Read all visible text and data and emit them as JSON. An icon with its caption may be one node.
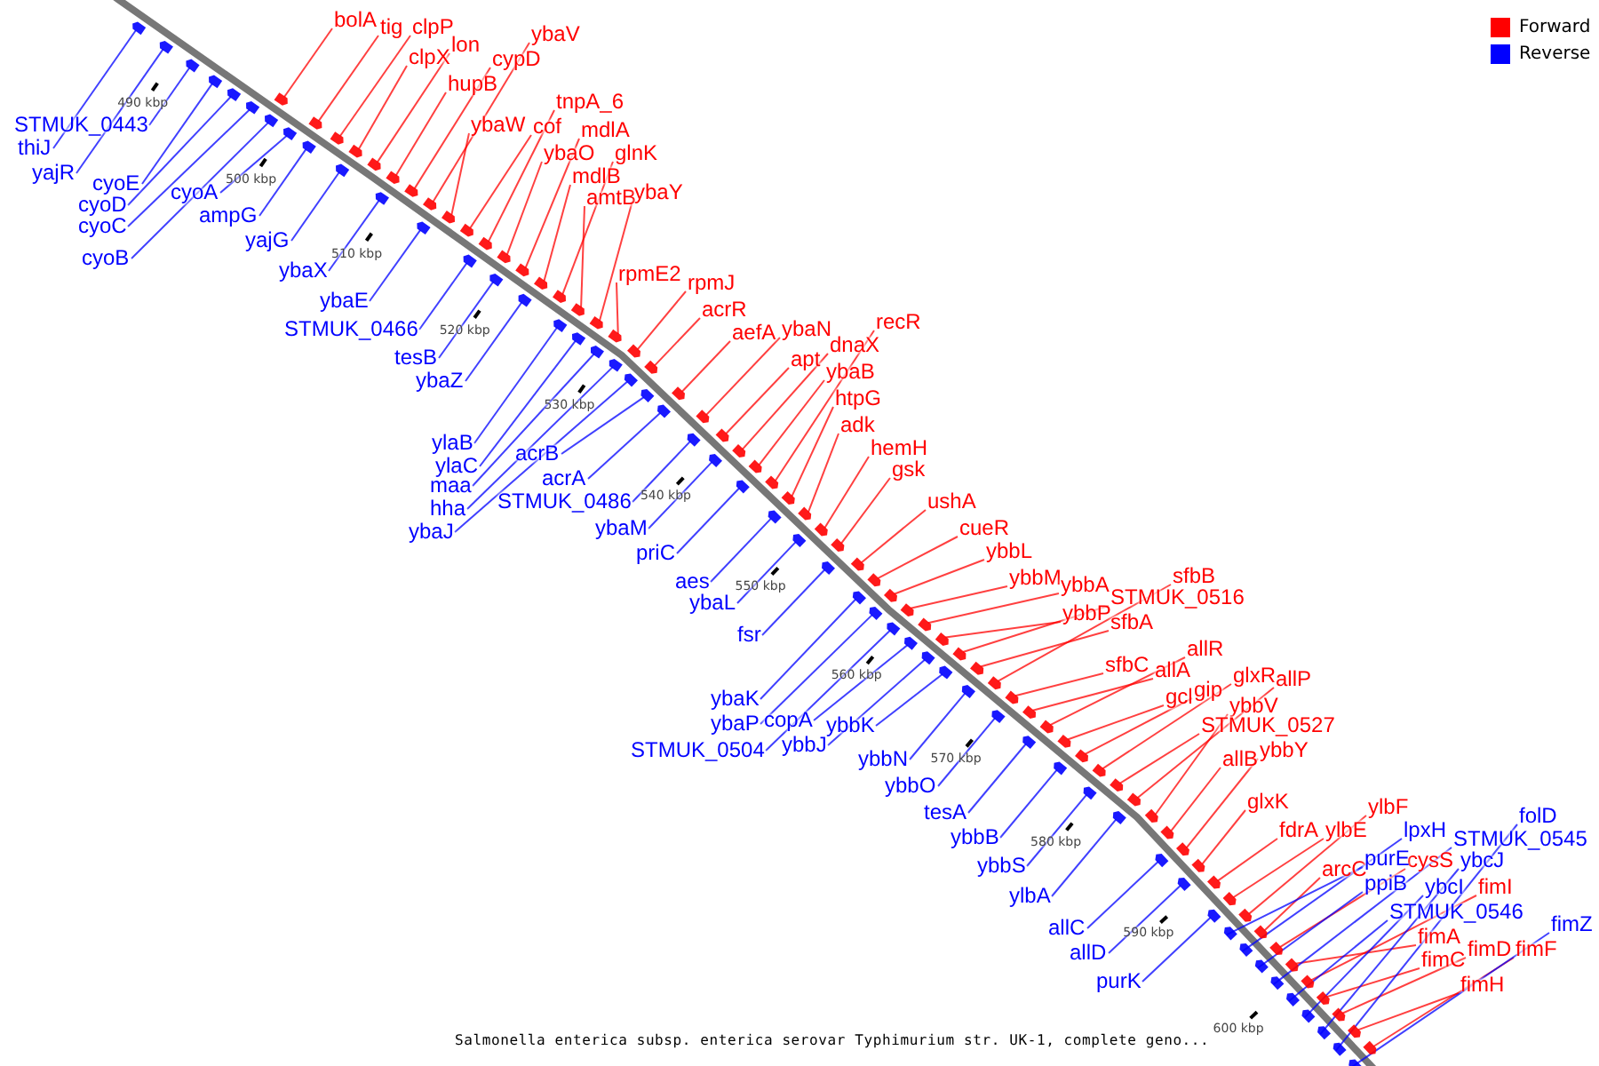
{
  "diagram": {
    "caption": "Salmonella enterica subsp. enterica serovar Typhimurium str. UK-1, complete geno...",
    "nodes": [
      {
        "text": [
          "bolA"
        ]
      },
      {
        "text": [
          "tig"
        ]
      },
      {
        "text": [
          "clpP"
        ]
      },
      {
        "text": [
          "lon"
        ]
      },
      {
        "text": [
          "clpX"
        ]
      },
      {
        "text": [
          "cypD"
        ]
      },
      {
        "text": [
          "hupB"
        ]
      },
      {
        "text": [
          "ybaV"
        ]
      },
      {
        "text": [
          "ybaW"
        ]
      },
      {
        "text": [
          "tnpA_6"
        ]
      },
      {
        "text": [
          "cof"
        ]
      },
      {
        "text": [
          "mdlA"
        ]
      },
      {
        "text": [
          "ybaO"
        ]
      },
      {
        "text": [
          "glnK"
        ]
      },
      {
        "text": [
          "mdlB"
        ]
      },
      {
        "text": [
          "amtB"
        ]
      },
      {
        "text": [
          "ybaY"
        ]
      },
      {
        "text": [
          "rpmE2"
        ]
      },
      {
        "text": [
          "rpmJ"
        ]
      },
      {
        "text": [
          "acrR"
        ]
      },
      {
        "text": [
          "aefA"
        ]
      },
      {
        "text": [
          "ybaN"
        ]
      },
      {
        "text": [
          "recR"
        ]
      },
      {
        "text": [
          "dnaX"
        ]
      },
      {
        "text": [
          "apt"
        ]
      },
      {
        "text": [
          "ybaB"
        ]
      },
      {
        "text": [
          "htpG"
        ]
      },
      {
        "text": [
          "adk"
        ]
      },
      {
        "text": [
          "hemH"
        ]
      },
      {
        "text": [
          "gsk"
        ]
      },
      {
        "text": [
          "ushA"
        ]
      },
      {
        "text": [
          "cueR"
        ]
      },
      {
        "text": [
          "ybbL"
        ]
      },
      {
        "text": [
          "ybbM"
        ]
      },
      {
        "text": [
          "ybbA"
        ]
      },
      {
        "text": [
          "sfbB"
        ]
      },
      {
        "text": [
          "STMUK_0516"
        ]
      },
      {
        "text": [
          "ybbP"
        ]
      },
      {
        "text": [
          "sfbA"
        ]
      },
      {
        "text": [
          "sfbC"
        ]
      },
      {
        "text": [
          "allR"
        ]
      },
      {
        "text": [
          "allA"
        ]
      },
      {
        "text": [
          "glxR"
        ]
      },
      {
        "text": [
          "allP"
        ]
      },
      {
        "text": [
          "gcl"
        ]
      },
      {
        "text": [
          "gip"
        ]
      },
      {
        "text": [
          "ybbV"
        ]
      },
      {
        "text": [
          "STMUK_0527"
        ]
      },
      {
        "text": [
          "allB"
        ]
      },
      {
        "text": [
          "ybbY"
        ]
      },
      {
        "text": [
          "glxK"
        ]
      },
      {
        "text": [
          "ylbF"
        ]
      },
      {
        "text": [
          "fdrA"
        ]
      },
      {
        "text": [
          "ylbE"
        ]
      },
      {
        "text": [
          "arcC"
        ]
      },
      {
        "text": [
          "cysS"
        ]
      },
      {
        "text": [
          "fimI"
        ]
      },
      {
        "text": [
          "fimA"
        ]
      },
      {
        "text": [
          "fimD"
        ]
      },
      {
        "text": [
          "fimF"
        ]
      },
      {
        "text": [
          "fimC"
        ]
      },
      {
        "text": [
          "fimH"
        ]
      },
      {
        "text": [
          "STMUK_0443"
        ]
      },
      {
        "text": [
          "thiJ"
        ]
      },
      {
        "text": [
          "yajR"
        ]
      },
      {
        "text": [
          "cyoE"
        ]
      },
      {
        "text": [
          "cyoD"
        ]
      },
      {
        "text": [
          "cyoC"
        ]
      },
      {
        "text": [
          "cyoB"
        ]
      },
      {
        "text": [
          "cyoA"
        ]
      },
      {
        "text": [
          "ampG"
        ]
      },
      {
        "text": [
          "yajG"
        ]
      },
      {
        "text": [
          "ybaX"
        ]
      },
      {
        "text": [
          "ybaE"
        ]
      },
      {
        "text": [
          "STMUK_0466"
        ]
      },
      {
        "text": [
          "tesB"
        ]
      },
      {
        "text": [
          "ybaZ"
        ]
      },
      {
        "text": [
          "ylaB"
        ]
      },
      {
        "text": [
          "ylaC"
        ]
      },
      {
        "text": [
          "maa"
        ]
      },
      {
        "text": [
          "hha"
        ]
      },
      {
        "text": [
          "ybaJ"
        ]
      },
      {
        "text": [
          "acrB"
        ]
      },
      {
        "text": [
          "acrA"
        ]
      },
      {
        "text": [
          "STMUK_0486"
        ]
      },
      {
        "text": [
          "ybaM"
        ]
      },
      {
        "text": [
          "priC"
        ]
      },
      {
        "text": [
          "aes"
        ]
      },
      {
        "text": [
          "ybaL"
        ]
      },
      {
        "text": [
          "fsr"
        ]
      },
      {
        "text": [
          "ybaK"
        ]
      },
      {
        "text": [
          "ybaP"
        ]
      },
      {
        "text": [
          "copA"
        ]
      },
      {
        "text": [
          "STMUK_0504"
        ]
      },
      {
        "text": [
          "ybbJ"
        ]
      },
      {
        "text": [
          "ybbK"
        ]
      },
      {
        "text": [
          "ybbN"
        ]
      },
      {
        "text": [
          "ybbO"
        ]
      },
      {
        "text": [
          "tesA"
        ]
      },
      {
        "text": [
          "ybbB"
        ]
      },
      {
        "text": [
          "ybbS"
        ]
      },
      {
        "text": [
          "ylbA"
        ]
      },
      {
        "text": [
          "allC"
        ]
      },
      {
        "text": [
          "allD"
        ]
      },
      {
        "text": [
          "purK"
        ]
      },
      {
        "text": [
          "lpxH"
        ]
      },
      {
        "text": [
          "purE"
        ]
      },
      {
        "text": [
          "ppiB"
        ]
      },
      {
        "text": [
          "STMUK_0546"
        ]
      },
      {
        "text": [
          "ybcI"
        ]
      },
      {
        "text": [
          "ybcJ"
        ]
      },
      {
        "text": [
          "STMUK_0545"
        ]
      },
      {
        "text": [
          "folD"
        ]
      },
      {
        "text": [
          "fimZ"
        ]
      },
      {
        "text": [],
        "shape": "arrow"
      },
      {
        "text": [],
        "shape": "arrow"
      },
      {
        "text": [],
        "shape": "arrow"
      },
      {
        "text": [],
        "shape": "arrow"
      },
      {
        "text": [],
        "shape": "arrow"
      },
      {
        "text": [],
        "shape": "arrow"
      },
      {
        "text": [],
        "shape": "arrow"
      },
      {
        "text": [],
        "shape": "arrow"
      },
      {
        "text": [],
        "shape": "arrow"
      },
      {
        "text": [],
        "shape": "arrow"
      },
      {
        "text": [],
        "shape": "arrow"
      },
      {
        "text": [],
        "shape": "arrow"
      },
      {
        "text": [],
        "shape": "arrow"
      },
      {
        "text": [],
        "shape": "arrow"
      },
      {
        "text": [],
        "shape": "arrow"
      },
      {
        "text": [],
        "shape": "arrow"
      },
      {
        "text": [],
        "shape": "arrow"
      },
      {
        "text": [],
        "shape": "arrow"
      },
      {
        "text": [],
        "shape": "arrow"
      },
      {
        "text": [],
        "shape": "arrow"
      },
      {
        "text": [],
        "shape": "arrow"
      },
      {
        "text": [],
        "shape": "arrow"
      },
      {
        "text": [],
        "shape": "arrow"
      },
      {
        "text": [],
        "shape": "arrow"
      },
      {
        "text": [],
        "shape": "arrow"
      },
      {
        "text": [],
        "shape": "arrow"
      },
      {
        "text": [],
        "shape": "arrow"
      },
      {
        "text": [],
        "shape": "arrow"
      },
      {
        "text": [],
        "shape": "arrow"
      },
      {
        "text": [],
        "shape": "arrow"
      },
      {
        "text": [],
        "shape": "arrow"
      },
      {
        "text": [],
        "shape": "arrow"
      },
      {
        "text": [],
        "shape": "arrow"
      },
      {
        "text": [],
        "shape": "arrow"
      },
      {
        "text": [],
        "shape": "arrow"
      },
      {
        "text": [],
        "shape": "arrow"
      },
      {
        "text": [],
        "shape": "arrow"
      },
      {
        "text": [],
        "shape": "arrow"
      },
      {
        "text": [],
        "shape": "arrow"
      },
      {
        "text": [],
        "shape": "arrow"
      },
      {
        "text": [],
        "shape": "arrow"
      },
      {
        "text": [],
        "shape": "arrow"
      },
      {
        "text": [],
        "shape": "arrow"
      },
      {
        "text": [],
        "shape": "arrow"
      },
      {
        "text": [],
        "shape": "arrow"
      },
      {
        "text": [],
        "shape": "arrow"
      },
      {
        "text": [],
        "shape": "arrow"
      },
      {
        "text": [],
        "shape": "arrow"
      },
      {
        "text": [],
        "shape": "arrow"
      },
      {
        "text": [],
        "shape": "arrow"
      },
      {
        "text": [],
        "shape": "arrow"
      },
      {
        "text": [],
        "shape": "arrow"
      },
      {
        "text": [],
        "shape": "arrow"
      },
      {
        "text": [],
        "shape": "arrow"
      },
      {
        "text": [],
        "shape": "arrow"
      },
      {
        "text": [],
        "shape": "arrow"
      },
      {
        "text": [],
        "shape": "arrow"
      },
      {
        "text": [],
        "shape": "arrow"
      },
      {
        "text": [],
        "shape": "arrow"
      },
      {
        "text": [],
        "shape": "arrow"
      },
      {
        "text": [],
        "shape": "arrow"
      },
      {
        "text": [],
        "shape": "arrow"
      },
      {
        "text": [],
        "shape": "arrow"
      },
      {
        "text": [],
        "shape": "arrow"
      },
      {
        "text": [],
        "shape": "arrow"
      },
      {
        "text": [],
        "shape": "arrow"
      },
      {
        "text": [],
        "shape": "arrow"
      },
      {
        "text": [],
        "shape": "arrow"
      },
      {
        "text": [],
        "shape": "arrow"
      },
      {
        "text": [],
        "shape": "arrow"
      },
      {
        "text": [],
        "shape": "arrow"
      },
      {
        "text": [],
        "shape": "arrow"
      },
      {
        "text": [],
        "shape": "arrow"
      },
      {
        "text": [],
        "shape": "arrow"
      },
      {
        "text": [],
        "shape": "arrow"
      },
      {
        "text": [],
        "shape": "arrow"
      },
      {
        "text": [],
        "shape": "arrow"
      },
      {
        "text": [],
        "shape": "arrow"
      },
      {
        "text": [],
        "shape": "arrow"
      },
      {
        "text": [],
        "shape": "arrow"
      },
      {
        "text": [],
        "shape": "arrow"
      },
      {
        "text": [],
        "shape": "arrow"
      },
      {
        "text": [],
        "shape": "arrow"
      },
      {
        "text": [],
        "shape": "arrow"
      },
      {
        "text": [],
        "shape": "arrow"
      },
      {
        "text": [],
        "shape": "arrow"
      },
      {
        "text": [],
        "shape": "arrow"
      },
      {
        "text": [],
        "shape": "arrow"
      },
      {
        "text": [],
        "shape": "arrow"
      },
      {
        "text": [],
        "shape": "arrow"
      },
      {
        "text": [],
        "shape": "arrow"
      },
      {
        "text": [],
        "shape": "arrow"
      },
      {
        "text": [],
        "shape": "arrow"
      },
      {
        "text": [],
        "shape": "arrow"
      },
      {
        "text": [],
        "shape": "arrow"
      },
      {
        "text": [],
        "shape": "arrow"
      },
      {
        "text": [],
        "shape": "arrow"
      },
      {
        "text": [],
        "shape": "arrow"
      },
      {
        "text": [],
        "shape": "arrow"
      },
      {
        "text": [],
        "shape": "arrow"
      },
      {
        "text": [],
        "shape": "arrow"
      },
      {
        "text": [],
        "shape": "arrow"
      },
      {
        "text": [],
        "shape": "arrow"
      },
      {
        "text": [],
        "shape": "arrow"
      },
      {
        "text": [],
        "shape": "arrow"
      },
      {
        "text": [],
        "shape": "arrow"
      },
      {
        "text": [],
        "shape": "arrow"
      },
      {
        "text": [],
        "shape": "arrow"
      },
      {
        "text": [],
        "shape": "arrow"
      },
      {
        "text": [],
        "shape": "arrow"
      },
      {
        "text": [],
        "shape": "arrow"
      },
      {
        "text": [],
        "shape": "arrow"
      },
      {
        "text": [],
        "shape": "arrow"
      },
      {
        "text": [],
        "shape": "arrow"
      }
    ],
    "edges": [
      {
        "from": 0,
        "to": 114,
        "arrow": "none"
      },
      {
        "from": 1,
        "to": 115,
        "arrow": "none"
      },
      {
        "from": 2,
        "to": 116,
        "arrow": "none"
      },
      {
        "from": 3,
        "to": 117,
        "arrow": "none"
      },
      {
        "from": 4,
        "to": 118,
        "arrow": "none"
      },
      {
        "from": 5,
        "to": 119,
        "arrow": "none"
      },
      {
        "from": 6,
        "to": 120,
        "arrow": "none"
      },
      {
        "from": 7,
        "to": 121,
        "arrow": "none"
      },
      {
        "from": 8,
        "to": 122,
        "arrow": "none"
      },
      {
        "from": 9,
        "to": 123,
        "arrow": "none"
      },
      {
        "from": 10,
        "to": 124,
        "arrow": "none"
      },
      {
        "from": 11,
        "to": 125,
        "arrow": "none"
      },
      {
        "from": 12,
        "to": 126,
        "arrow": "none"
      },
      {
        "from": 13,
        "to": 127,
        "arrow": "none"
      },
      {
        "from": 14,
        "to": 128,
        "arrow": "none"
      },
      {
        "from": 15,
        "to": 129,
        "arrow": "none"
      },
      {
        "from": 16,
        "to": 130,
        "arrow": "none"
      },
      {
        "from": 17,
        "to": 131,
        "arrow": "none"
      },
      {
        "from": 18,
        "to": 132,
        "arrow": "none"
      },
      {
        "from": 19,
        "to": 133,
        "arrow": "none"
      },
      {
        "from": 20,
        "to": 134,
        "arrow": "none"
      },
      {
        "from": 21,
        "to": 135,
        "arrow": "none"
      },
      {
        "from": 22,
        "to": 136,
        "arrow": "none"
      },
      {
        "from": 23,
        "to": 137,
        "arrow": "none"
      },
      {
        "from": 24,
        "to": 138,
        "arrow": "none"
      },
      {
        "from": 25,
        "to": 139,
        "arrow": "none"
      },
      {
        "from": 26,
        "to": 140,
        "arrow": "none"
      },
      {
        "from": 27,
        "to": 141,
        "arrow": "none"
      },
      {
        "from": 28,
        "to": 142,
        "arrow": "none"
      },
      {
        "from": 29,
        "to": 143,
        "arrow": "none"
      },
      {
        "from": 30,
        "to": 144,
        "arrow": "none"
      },
      {
        "from": 31,
        "to": 145,
        "arrow": "none"
      },
      {
        "from": 32,
        "to": 146,
        "arrow": "none"
      },
      {
        "from": 33,
        "to": 147,
        "arrow": "none"
      },
      {
        "from": 34,
        "to": 148,
        "arrow": "none"
      },
      {
        "from": 35,
        "to": 149,
        "arrow": "none"
      },
      {
        "from": 36,
        "to": 150,
        "arrow": "none"
      },
      {
        "from": 37,
        "to": 151,
        "arrow": "none"
      },
      {
        "from": 38,
        "to": 152,
        "arrow": "none"
      },
      {
        "from": 39,
        "to": 153,
        "arrow": "none"
      },
      {
        "from": 40,
        "to": 154,
        "arrow": "none"
      },
      {
        "from": 41,
        "to": 155,
        "arrow": "none"
      },
      {
        "from": 42,
        "to": 156,
        "arrow": "none"
      },
      {
        "from": 43,
        "to": 157,
        "arrow": "none"
      },
      {
        "from": 44,
        "to": 158,
        "arrow": "none"
      },
      {
        "from": 45,
        "to": 159,
        "arrow": "none"
      },
      {
        "from": 46,
        "to": 160,
        "arrow": "none"
      },
      {
        "from": 47,
        "to": 161,
        "arrow": "none"
      },
      {
        "from": 48,
        "to": 162,
        "arrow": "none"
      },
      {
        "from": 49,
        "to": 163,
        "arrow": "none"
      },
      {
        "from": 50,
        "to": 164,
        "arrow": "none"
      },
      {
        "from": 51,
        "to": 165,
        "arrow": "none"
      },
      {
        "from": 52,
        "to": 166,
        "arrow": "none"
      },
      {
        "from": 53,
        "to": 167,
        "arrow": "none"
      },
      {
        "from": 54,
        "to": 168,
        "arrow": "none"
      },
      {
        "from": 55,
        "to": 169,
        "arrow": "none"
      },
      {
        "from": 56,
        "to": 170,
        "arrow": "none"
      },
      {
        "from": 57,
        "to": 171,
        "arrow": "none"
      },
      {
        "from": 58,
        "to": 172,
        "arrow": "none"
      },
      {
        "from": 59,
        "to": 173,
        "arrow": "none"
      },
      {
        "from": 60,
        "to": 174,
        "arrow": "none"
      },
      {
        "from": 61,
        "to": 175,
        "arrow": "none"
      },
      {
        "from": 62,
        "to": 176,
        "arrow": "none",
        "color": "#0000ff"
      },
      {
        "from": 63,
        "to": 177,
        "arrow": "none",
        "color": "#0000ff"
      },
      {
        "from": 64,
        "to": 178,
        "arrow": "none",
        "color": "#0000ff"
      },
      {
        "from": 65,
        "to": 179,
        "arrow": "none",
        "color": "#0000ff"
      },
      {
        "from": 66,
        "to": 180,
        "arrow": "none",
        "color": "#0000ff"
      },
      {
        "from": 67,
        "to": 181,
        "arrow": "none",
        "color": "#0000ff"
      },
      {
        "from": 68,
        "to": 182,
        "arrow": "none",
        "color": "#0000ff"
      },
      {
        "from": 69,
        "to": 183,
        "arrow": "none",
        "color": "#0000ff"
      },
      {
        "from": 70,
        "to": 184,
        "arrow": "none",
        "color": "#0000ff"
      },
      {
        "from": 71,
        "to": 185,
        "arrow": "none",
        "color": "#0000ff"
      },
      {
        "from": 72,
        "to": 186,
        "arrow": "none",
        "color": "#0000ff"
      },
      {
        "from": 73,
        "to": 187,
        "arrow": "none",
        "color": "#0000ff"
      },
      {
        "from": 74,
        "to": 188,
        "arrow": "none",
        "color": "#0000ff"
      },
      {
        "from": 75,
        "to": 189,
        "arrow": "none",
        "color": "#0000ff"
      },
      {
        "from": 76,
        "to": 190,
        "arrow": "none",
        "color": "#0000ff"
      },
      {
        "from": 77,
        "to": 191,
        "arrow": "none",
        "color": "#0000ff"
      },
      {
        "from": 78,
        "to": 192,
        "arrow": "none",
        "color": "#0000ff"
      },
      {
        "from": 79,
        "to": 193,
        "arrow": "none",
        "color": "#0000ff"
      },
      {
        "from": 80,
        "to": 194,
        "arrow": "none",
        "color": "#0000ff"
      },
      {
        "from": 81,
        "to": 195,
        "arrow": "none",
        "color": "#0000ff"
      },
      {
        "from": 82,
        "to": 196,
        "arrow": "none",
        "color": "#0000ff"
      },
      {
        "from": 83,
        "to": 197,
        "arrow": "none",
        "color": "#0000ff"
      },
      {
        "from": 84,
        "to": 198,
        "arrow": "none",
        "color": "#0000ff"
      },
      {
        "from": 85,
        "to": 199,
        "arrow": "none",
        "color": "#0000ff"
      },
      {
        "from": 86,
        "to": 200,
        "arrow": "none",
        "color": "#0000ff"
      },
      {
        "from": 87,
        "to": 201,
        "arrow": "none",
        "color": "#0000ff"
      },
      {
        "from": 88,
        "to": 202,
        "arrow": "none",
        "color": "#0000ff"
      },
      {
        "from": 89,
        "to": 203,
        "arrow": "none",
        "color": "#0000ff"
      },
      {
        "from": 90,
        "to": 204,
        "arrow": "none",
        "color": "#0000ff"
      },
      {
        "from": 91,
        "to": 205,
        "arrow": "none",
        "color": "#0000ff"
      },
      {
        "from": 92,
        "to": 206,
        "arrow": "none",
        "color": "#0000ff"
      },
      {
        "from": 93,
        "to": 207,
        "arrow": "none",
        "color": "#0000ff"
      },
      {
        "from": 94,
        "to": 208,
        "arrow": "none",
        "color": "#0000ff"
      },
      {
        "from": 95,
        "to": 209,
        "arrow": "none",
        "color": "#0000ff"
      },
      {
        "from": 96,
        "to": 210,
        "arrow": "none",
        "color": "#0000ff"
      },
      {
        "from": 97,
        "to": 211,
        "arrow": "none",
        "color": "#0000ff"
      },
      {
        "from": 98,
        "to": 212,
        "arrow": "none",
        "color": "#0000ff"
      },
      {
        "from": 99,
        "to": 213,
        "arrow": "none",
        "color": "#0000ff"
      },
      {
        "from": 100,
        "to": 214,
        "arrow": "none",
        "color": "#0000ff"
      },
      {
        "from": 101,
        "to": 215,
        "arrow": "none",
        "color": "#0000ff"
      },
      {
        "from": 102,
        "to": 216,
        "arrow": "none",
        "color": "#0000ff"
      },
      {
        "from": 103,
        "to": 217,
        "arrow": "none",
        "color": "#0000ff"
      },
      {
        "from": 104,
        "to": 218,
        "arrow": "none",
        "color": "#0000ff"
      },
      {
        "from": 105,
        "to": 219,
        "arrow": "none",
        "color": "#0000ff"
      },
      {
        "from": 106,
        "to": 220,
        "arrow": "none",
        "color": "#0000ff"
      },
      {
        "from": 107,
        "to": 221,
        "arrow": "none",
        "color": "#0000ff"
      },
      {
        "from": 108,
        "to": 222,
        "arrow": "none",
        "color": "#0000ff"
      },
      {
        "from": 109,
        "to": 223,
        "arrow": "none",
        "color": "#0000ff"
      },
      {
        "from": 110,
        "to": 224,
        "arrow": "none",
        "color": "#0000ff"
      },
      {
        "from": 111,
        "to": 225,
        "arrow": "none",
        "color": "#0000ff"
      },
      {
        "from": 112,
        "to": 226,
        "arrow": "none",
        "color": "#0000ff"
      },
      {
        "from": 113,
        "to": 227,
        "arrow": "none",
        "color": "#0000ff"
      }
    ],
    "labels": [
      "490 kbp",
      "500 kbp",
      "510 kbp",
      "520 kbp",
      "530 kbp",
      "540 kbp",
      "550 kbp",
      "560 kbp",
      "570 kbp",
      "580 kbp",
      "590 kbp",
      "600 kbp"
    ],
    "legend": [
      {
        "text": "Forward",
        "color": "#ff0000"
      },
      {
        "text": "Reverse",
        "color": "#0000ff"
      }
    ]
  }
}
